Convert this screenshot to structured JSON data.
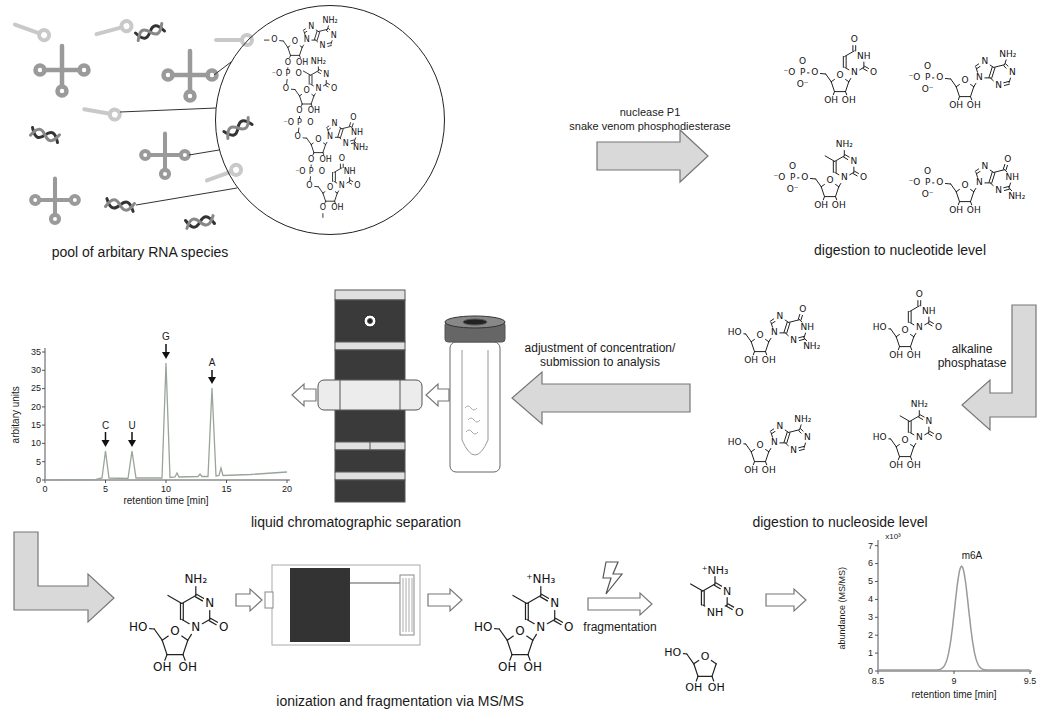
{
  "diagram": {
    "nodes": [
      {
        "text": [
          "O",
          "O",
          "O",
          "OH",
          "N",
          "N",
          "N",
          "N",
          "NH₂",
          "⁻O",
          "P",
          "O",
          "O",
          "O",
          "O",
          "OH",
          "N",
          "N",
          "O",
          "NH₂",
          "⁻O",
          "P",
          "O",
          "O",
          "O",
          "O",
          "OH",
          "N",
          "N",
          "NH",
          "N",
          "O",
          "NH₂",
          "⁻O",
          "P",
          "O",
          "O",
          "O",
          "O",
          "OH",
          "N",
          "NH",
          "O",
          "O"
        ]
      }
    ],
    "labels": [
      "pool of arbitary RNA species",
      "nuclease P1",
      "snake venom phosphodiesterase",
      "digestion to nucleotide level",
      "⁻O",
      "P",
      "O",
      "O⁻",
      "O",
      "O",
      "OH",
      "OH",
      "N",
      "NH",
      "O",
      "O",
      "⁻O",
      "P",
      "O",
      "O⁻",
      "O",
      "O",
      "OH",
      "OH",
      "N",
      "N",
      "N",
      "N",
      "NH₂",
      "⁻O",
      "P",
      "O",
      "O⁻",
      "O",
      "O",
      "OH",
      "OH",
      "N",
      "N",
      "O",
      "NH₂",
      "⁻O",
      "P",
      "O",
      "O⁻",
      "O",
      "O",
      "OH",
      "OH",
      "N",
      "N",
      "NH",
      "N",
      "O",
      "NH₂",
      "35",
      "30",
      "25",
      "20",
      "15",
      "10",
      "5",
      "0",
      "arbitary units",
      "0",
      "5",
      "10",
      "15",
      "20",
      "retention time [min]",
      "C",
      "U",
      "G",
      "A",
      "liquid chromatographic separation",
      "adjustment of concentration/ submission to analysis",
      "alkaline phosphatase",
      "HO",
      "O",
      "OH",
      "OH",
      "N",
      "N",
      "NH",
      "N",
      "O",
      "NH₂",
      "HO",
      "O",
      "OH",
      "OH",
      "N",
      "NH",
      "O",
      "O",
      "HO",
      "O",
      "OH",
      "OH",
      "N",
      "N",
      "N",
      "N",
      "NH₂",
      "HO",
      "O",
      "OH",
      "OH",
      "N",
      "N",
      "O",
      "NH₂",
      "digestion to nucleoside level",
      "HO",
      "O",
      "OH",
      "OH",
      "N",
      "N",
      "O",
      "NH₂",
      "HO",
      "O",
      "OH",
      "OH",
      "N",
      "N",
      "O",
      "⁺NH₃",
      "fragmentation",
      "NH",
      "N",
      "O",
      "⁺NH₃",
      "HO",
      "O",
      "OH",
      "OH",
      "ionization and fragmentation via MS/MS",
      "7",
      "6",
      "5",
      "4",
      "3",
      "2",
      "1",
      "0",
      "x10³",
      "abundance (MS/MS)",
      "8.5",
      "9",
      "9.5",
      "retention time [min]",
      "m6A"
    ]
  }
}
